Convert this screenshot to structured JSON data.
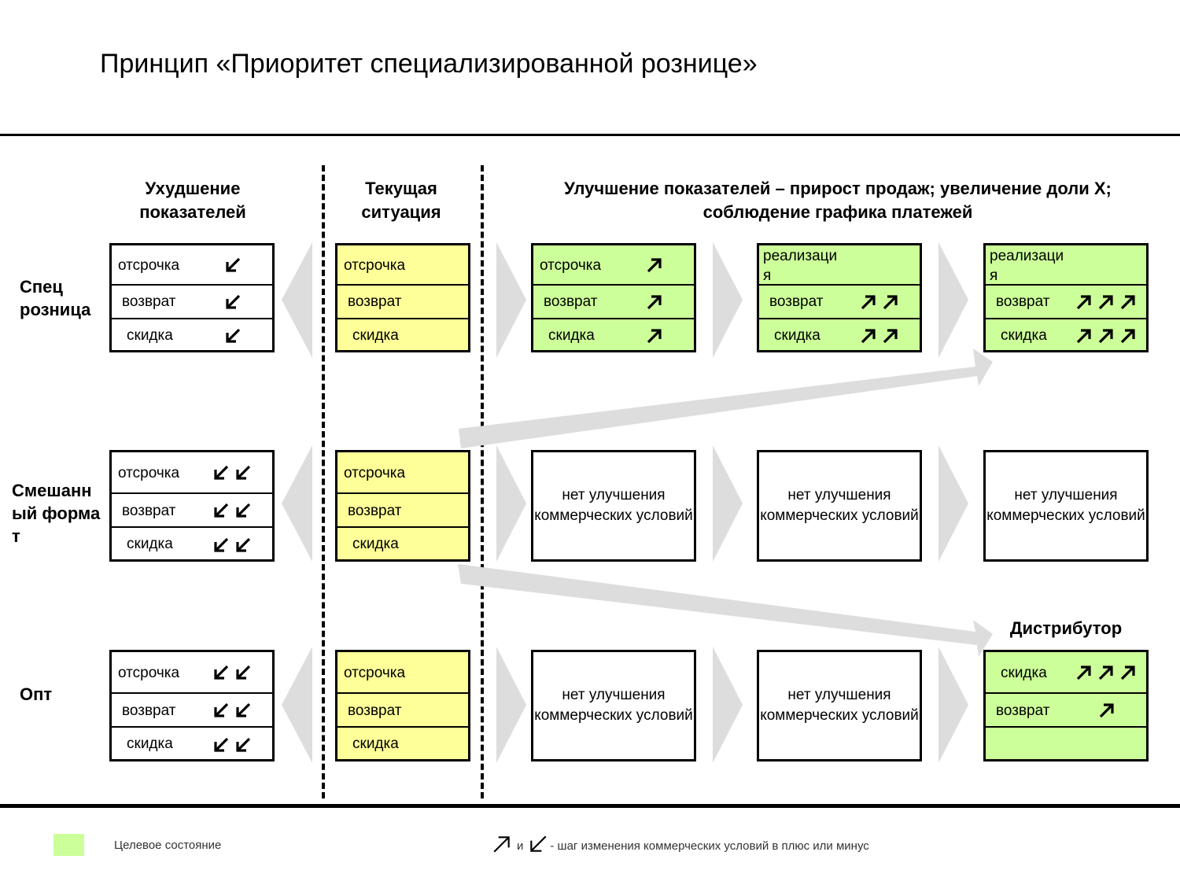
{
  "title": "Принцип  «Приоритет специализированной рознице»",
  "columns": {
    "worse": "Ухудшение показателей",
    "current": "Текущая ситуация",
    "improve": "Улучшение показателей – прирост продаж; увеличение доли Х; соблюдение графика платежей"
  },
  "rows": {
    "spec": "Спец розница",
    "mixed": "Смешанный формат",
    "opt": "Опт"
  },
  "terms": {
    "otsrochka": "отсрочка",
    "vozvrat": "возврат",
    "skidka": "скидка",
    "realizaciya": "реализация",
    "no_improve": "нет улучшения коммерческих условий"
  },
  "distributor_label": "Дистрибутор",
  "legend": {
    "target_label": "Целевое состояние",
    "target_color": "#ccff99",
    "and_word": "и",
    "step_text": "- шаг изменения коммерческих условий в плюс или минус"
  },
  "colors": {
    "current_fill": "#ffff99",
    "target_fill": "#ccff99",
    "connector": "#dddddd"
  }
}
